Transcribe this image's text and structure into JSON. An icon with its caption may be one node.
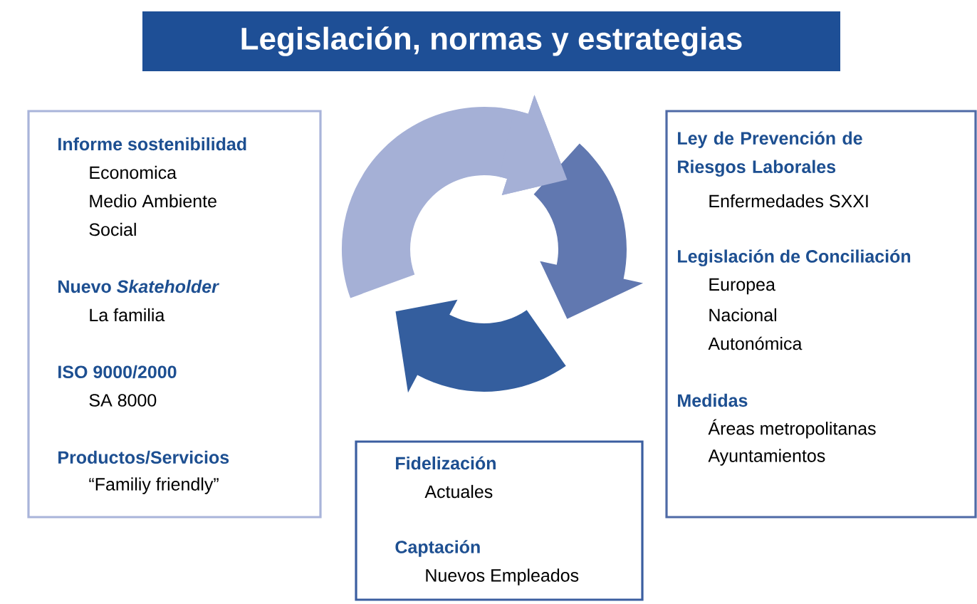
{
  "diagram": {
    "nodes": [
      {
        "text": [
          "Legislación, normas y estrategias"
        ]
      },
      {
        "text": [
          "Informe sostenibilidad",
          "Economica",
          "Medio Ambiente",
          "Social",
          "Nuevo *Skateholder*",
          "La familia",
          "ISO 9000/2000",
          "SA 8000",
          "Productos/Servicios",
          "“Familiy friendly”"
        ]
      },
      {
        "text": [
          "Ley de Prevención de Riesgos Laborales",
          "Enfermedades SXXI",
          "Legislación de Conciliación",
          "Europea",
          "Nacional",
          "Autonómica",
          "Medidas",
          "Áreas metropolitanas",
          "Ayuntamientos"
        ]
      },
      {
        "text": [
          "Fidelización",
          "Actuales",
          "Captación",
          "Nuevos Empleados"
        ]
      }
    ]
  }
}
